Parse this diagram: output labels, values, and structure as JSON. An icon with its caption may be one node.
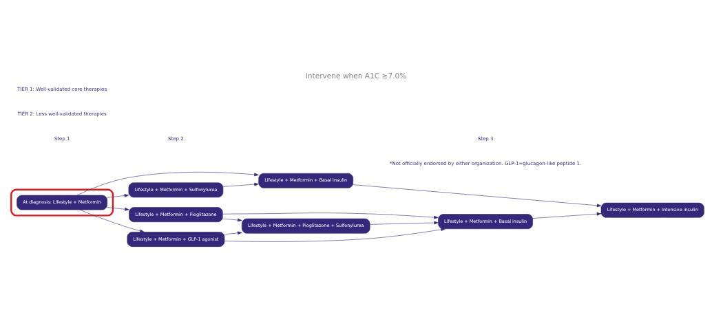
{
  "diagram": {
    "title": "Intervene when A1C ≥7.0%",
    "nodes": [
      {
        "text": [],
        "shape": "ellipse"
      },
      {
        "text": [
          "At diagnosis: Lifestyle + Metformin"
        ],
        "in": 0
      },
      {
        "text": [
          "Lifestyle + Metformin + Basal insulin"
        ]
      },
      {
        "text": [
          "Lifestyle + Metformin + Sulfonylurea"
        ]
      },
      {
        "text": [
          "Lifestyle + Metformin + Pioglitazone"
        ]
      },
      {
        "text": [
          "Lifestyle + Metformin + GLP-1 agonist"
        ]
      },
      {
        "text": [
          "Lifestyle + Metformin + Intensive insulin"
        ]
      },
      {
        "text": [
          "Lifestyle + Metformin + Pioglitazone + Sulfonylurea"
        ]
      },
      {
        "text": [
          "Lifestyle + Metformin + Basal insulin"
        ]
      }
    ],
    "edges": [
      {
        "from": 1,
        "to": 2,
        "arrow": "to"
      },
      {
        "from": 1,
        "to": 3,
        "arrow": "to"
      },
      {
        "from": 1,
        "to": 4,
        "arrow": "to"
      },
      {
        "from": 1,
        "to": 5,
        "arrow": "to"
      },
      {
        "from": 3,
        "to": 2,
        "arrow": "to"
      },
      {
        "from": 2,
        "to": 6,
        "arrow": "to"
      },
      {
        "from": 4,
        "to": 7,
        "arrow": "to"
      },
      {
        "from": 4,
        "to": 8,
        "arrow": "to"
      },
      {
        "from": 5,
        "to": 7,
        "arrow": "to"
      },
      {
        "from": 5,
        "to": 8,
        "arrow": "to"
      },
      {
        "from": 7,
        "to": 8,
        "arrow": "to"
      },
      {
        "from": 8,
        "to": 6,
        "arrow": "to"
      }
    ],
    "labels": [
      "TIER 1: Well-validated core therapies",
      "TIER 2: Less well-validated therapies",
      "Step 1",
      "Step 2",
      "Step 3",
      "*Not officially endorsed by either organization. GLP-1=glucagon-like peptide 1."
    ]
  }
}
